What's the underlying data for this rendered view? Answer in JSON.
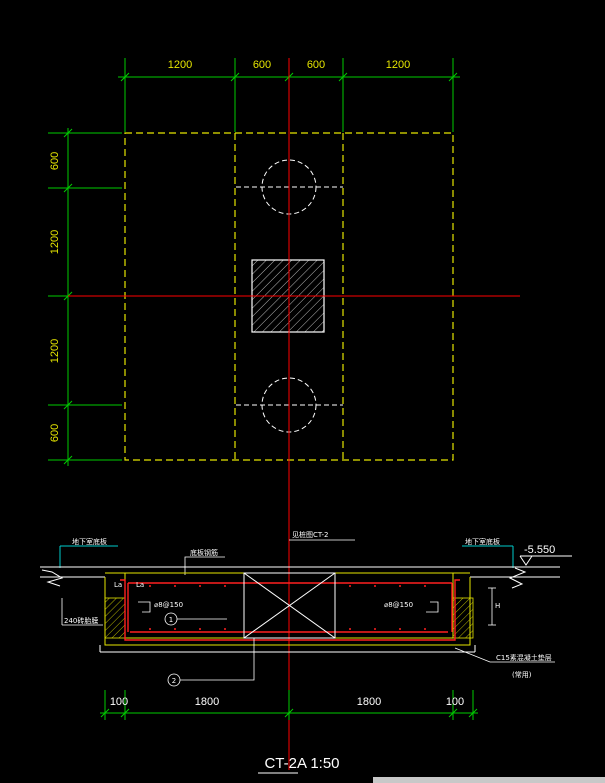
{
  "plan": {
    "top_dims": [
      "1200",
      "600",
      "600",
      "1200"
    ],
    "left_dims": [
      "600",
      "1200",
      "1200",
      "600"
    ]
  },
  "section": {
    "elevation": "-5.550",
    "label_left_top": "地下室底板",
    "label_right_top": "地下室底板",
    "label_rebar": "底板钢筋",
    "label_pile": "见桩图CT-2",
    "la_left": "La",
    "la_right": "La",
    "label_wall": "240砖胎膜",
    "label_left_rebar": "⌀8@150",
    "label_right_rebar": "⌀8@150",
    "label_c15": "C15素混凝土垫层",
    "label_c15_sub": "(常用)",
    "label_h": "H",
    "callout_1": "1",
    "callout_2": "2",
    "bottom_dims": [
      "100",
      "1800",
      "1800",
      "100"
    ]
  },
  "title": "CT-2A  1:50",
  "colors": {
    "dim_yellow": "#e6e600",
    "dim_green": "#00cc00",
    "center_red": "#ff0000",
    "hidden_yellow": "#e6e600",
    "section_white": "#ffffff",
    "rebar_red": "#ff2020",
    "wall_yellow": "#e6e600",
    "cyan": "#00cccc"
  }
}
